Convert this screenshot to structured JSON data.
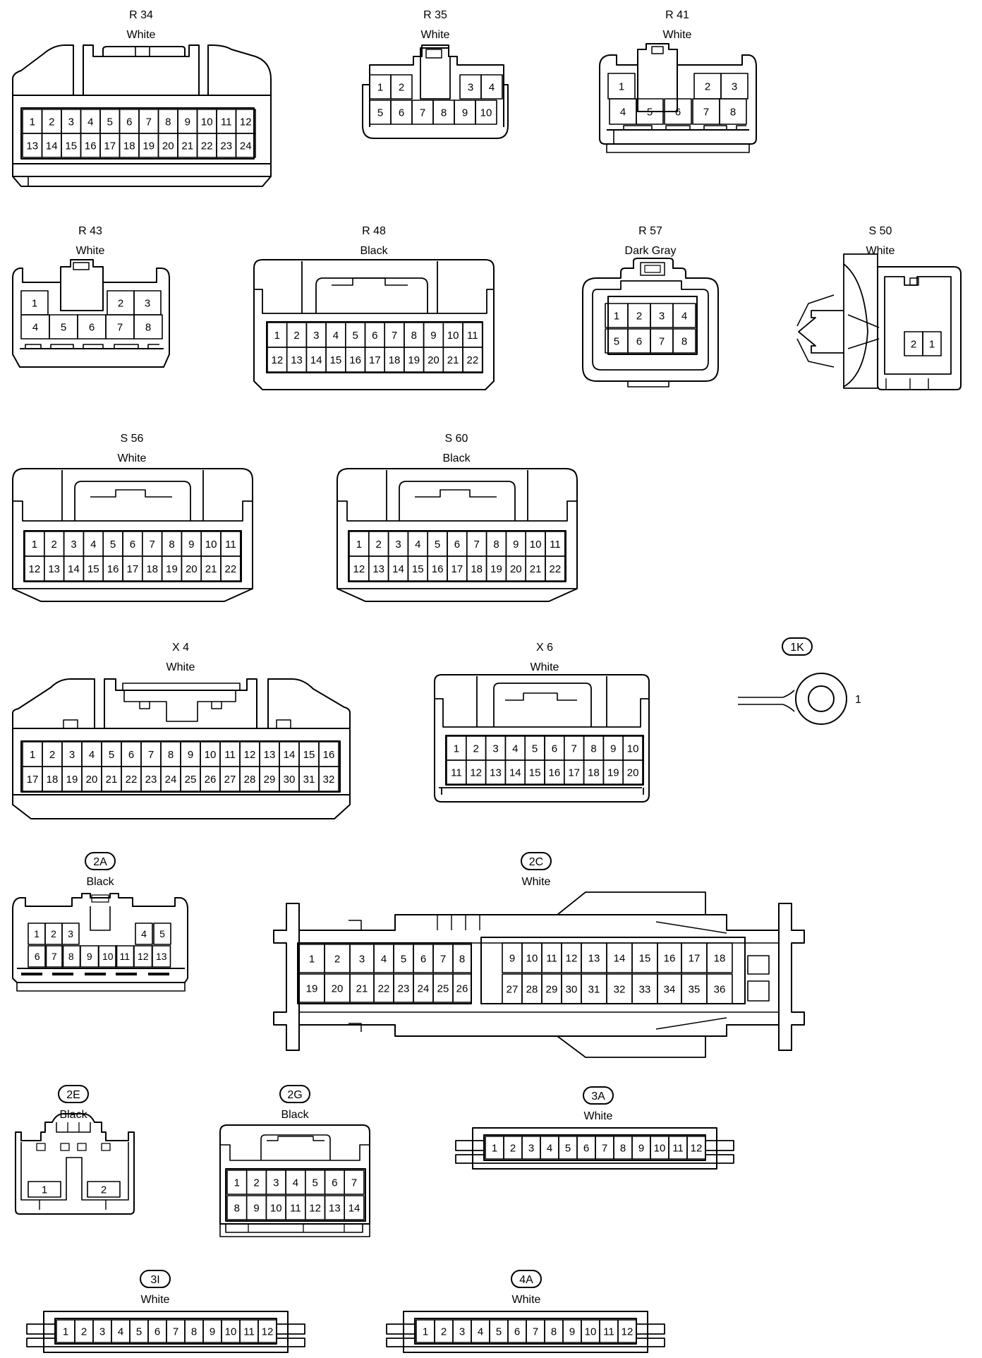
{
  "connectors": [
    {
      "id": "R 34",
      "color": "White",
      "rows": [
        [
          "1",
          "2",
          "3",
          "4",
          "5",
          "6",
          "7",
          "8",
          "9",
          "10",
          "11",
          "12"
        ],
        [
          "13",
          "14",
          "15",
          "16",
          "17",
          "18",
          "19",
          "20",
          "21",
          "22",
          "23",
          "24"
        ]
      ]
    },
    {
      "id": "R 35",
      "color": "White",
      "rows": [
        [
          "1",
          "2",
          "",
          "",
          "3",
          "4"
        ],
        [
          "5",
          "6",
          "7",
          "8",
          "9",
          "10"
        ]
      ]
    },
    {
      "id": "R 41",
      "color": "White",
      "rows": [
        [
          "1",
          "",
          "",
          "",
          "2",
          "3"
        ],
        [
          "4",
          "5",
          "",
          "6",
          "7",
          "8"
        ]
      ]
    },
    {
      "id": "R 43",
      "color": "White",
      "rows": [
        [
          "1",
          "",
          "",
          "2",
          "3"
        ],
        [
          "4",
          "5",
          "6",
          "7",
          "8"
        ]
      ]
    },
    {
      "id": "R 48",
      "color": "Black",
      "rows": [
        [
          "1",
          "2",
          "3",
          "4",
          "5",
          "6",
          "7",
          "8",
          "9",
          "10",
          "11"
        ],
        [
          "12",
          "13",
          "14",
          "15",
          "16",
          "17",
          "18",
          "19",
          "20",
          "21",
          "22"
        ]
      ]
    },
    {
      "id": "R 57",
      "color": "Dark Gray",
      "rows": [
        [
          "1",
          "2",
          "3",
          "4"
        ],
        [
          "5",
          "6",
          "7",
          "8"
        ]
      ]
    },
    {
      "id": "S 50",
      "color": "White",
      "rows": [
        [
          "2",
          "1"
        ]
      ]
    },
    {
      "id": "S 56",
      "color": "White",
      "rows": [
        [
          "1",
          "2",
          "3",
          "4",
          "5",
          "6",
          "7",
          "8",
          "9",
          "10",
          "11"
        ],
        [
          "12",
          "13",
          "14",
          "15",
          "16",
          "17",
          "18",
          "19",
          "20",
          "21",
          "22"
        ]
      ]
    },
    {
      "id": "S 60",
      "color": "Black",
      "rows": [
        [
          "1",
          "2",
          "3",
          "4",
          "5",
          "6",
          "7",
          "8",
          "9",
          "10",
          "11"
        ],
        [
          "12",
          "13",
          "14",
          "15",
          "16",
          "17",
          "18",
          "19",
          "20",
          "21",
          "22"
        ]
      ]
    },
    {
      "id": "X 4",
      "color": "White",
      "rows": [
        [
          "1",
          "2",
          "3",
          "4",
          "5",
          "6",
          "7",
          "8",
          "9",
          "10",
          "11",
          "12",
          "13",
          "14",
          "15",
          "16"
        ],
        [
          "17",
          "18",
          "19",
          "20",
          "21",
          "22",
          "23",
          "24",
          "25",
          "26",
          "27",
          "28",
          "29",
          "30",
          "31",
          "32"
        ]
      ]
    },
    {
      "id": "X 6",
      "color": "White",
      "rows": [
        [
          "1",
          "2",
          "3",
          "4",
          "5",
          "6",
          "7",
          "8",
          "9",
          "10"
        ],
        [
          "11",
          "12",
          "13",
          "14",
          "15",
          "16",
          "17",
          "18",
          "19",
          "20"
        ]
      ]
    },
    {
      "id": "1K",
      "color": "",
      "rows": [
        [
          "1"
        ]
      ]
    },
    {
      "id": "2A",
      "color": "Black",
      "rows": [
        [
          "1",
          "2",
          "3",
          "",
          "",
          "",
          "",
          "4",
          "5"
        ],
        [
          "6",
          "7",
          "8",
          "9",
          "10",
          "11",
          "12",
          "13"
        ]
      ]
    },
    {
      "id": "2C",
      "color": "White",
      "rows": [
        [
          "1",
          "2",
          "3",
          "4",
          "5",
          "6",
          "7",
          "8",
          "9",
          "10",
          "11",
          "12",
          "13",
          "14",
          "15",
          "16",
          "17",
          "18"
        ],
        [
          "19",
          "20",
          "21",
          "22",
          "23",
          "24",
          "25",
          "26",
          "27",
          "28",
          "29",
          "30",
          "31",
          "32",
          "33",
          "34",
          "35",
          "36"
        ]
      ]
    },
    {
      "id": "2E",
      "color": "Black",
      "rows": [
        [
          "1",
          "2"
        ]
      ]
    },
    {
      "id": "2G",
      "color": "Black",
      "rows": [
        [
          "1",
          "2",
          "3",
          "4",
          "5",
          "6",
          "7"
        ],
        [
          "8",
          "9",
          "10",
          "11",
          "12",
          "13",
          "14"
        ]
      ]
    },
    {
      "id": "3A",
      "color": "White",
      "rows": [
        [
          "1",
          "2",
          "3",
          "4",
          "5",
          "6",
          "7",
          "8",
          "9",
          "10",
          "11",
          "12"
        ]
      ]
    },
    {
      "id": "3I",
      "color": "White",
      "rows": [
        [
          "1",
          "2",
          "3",
          "4",
          "5",
          "6",
          "7",
          "8",
          "9",
          "10",
          "11",
          "12"
        ]
      ]
    },
    {
      "id": "4A",
      "color": "White",
      "rows": [
        [
          "1",
          "2",
          "3",
          "4",
          "5",
          "6",
          "7",
          "8",
          "9",
          "10",
          "11",
          "12"
        ]
      ]
    }
  ]
}
